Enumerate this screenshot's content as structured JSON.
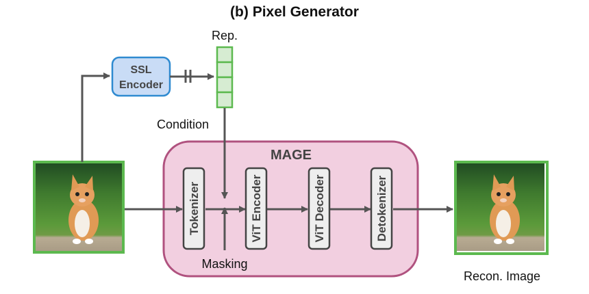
{
  "title": "(b) Pixel Generator",
  "labels": {
    "rep": "Rep.",
    "condition": "Condition",
    "masking": "Masking",
    "recon": "Recon. Image"
  },
  "ssl_encoder": {
    "line1": "SSL",
    "line2": "Encoder"
  },
  "mage": {
    "title": "MAGE",
    "blocks": [
      "Tokenizer",
      "ViT Encoder",
      "ViT Decoder",
      "Detokenizer"
    ]
  },
  "rep_vector_cells": 4,
  "images": {
    "input": "kitten-photo",
    "output": "kitten-photo-reconstructed"
  },
  "colors": {
    "mage_fill": "#f2cfe0",
    "mage_border": "#b0527f",
    "ssl_fill": "#c9dcf6",
    "ssl_border": "#2f8ad0",
    "rep_fill": "#d6ecd2",
    "rep_border": "#5cb94f",
    "arrow": "#555555",
    "image_border": "#5cb94f"
  }
}
